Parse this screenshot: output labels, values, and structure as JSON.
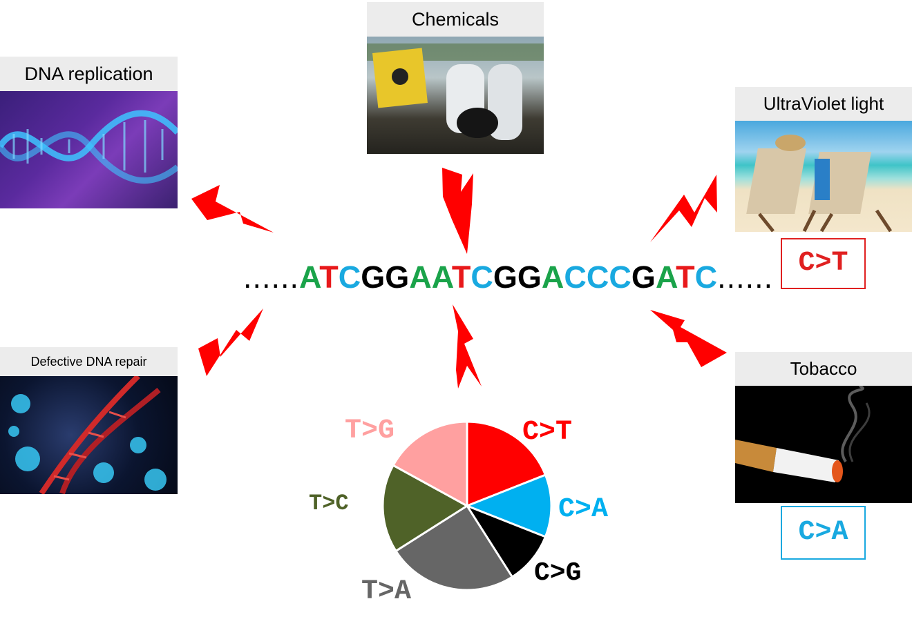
{
  "sources": {
    "dna_replication": {
      "title": "DNA replication",
      "image": "dna-helix-image"
    },
    "chemicals": {
      "title": "Chemicals",
      "image": "toxic-cleanup-image"
    },
    "uv_light": {
      "title": "UltraViolet light",
      "image": "beach-chairs-image",
      "signature": "C>T"
    },
    "defective_repair": {
      "title": "Defective DNA repair",
      "image": "damaged-dna-image"
    },
    "tobacco": {
      "title": "Tobacco",
      "image": "cigarette-image",
      "signature": "C>A"
    }
  },
  "sequence": {
    "prefix": "......",
    "suffix": "......",
    "bases": [
      "A",
      "T",
      "C",
      "G",
      "G",
      "A",
      "A",
      "T",
      "C",
      "G",
      "G",
      "A",
      "C",
      "C",
      "C",
      "G",
      "A",
      "T",
      "C"
    ]
  },
  "colors": {
    "A": "#1aa34a",
    "T": "#e8191b",
    "C": "#19a9e0",
    "G": "#000000",
    "lightning": "#ff0000",
    "uv_signature": "#e02020",
    "tobacco_signature": "#19a9e0"
  },
  "chart_data": {
    "type": "pie",
    "categories": [
      "C>T",
      "C>A",
      "C>G",
      "T>A",
      "T>C",
      "T>G"
    ],
    "values": [
      19,
      12,
      10,
      25,
      17,
      17
    ],
    "colors": [
      "#ff0000",
      "#00b0f0",
      "#000000",
      "#666666",
      "#4f6228",
      "#ffa0a0"
    ]
  }
}
